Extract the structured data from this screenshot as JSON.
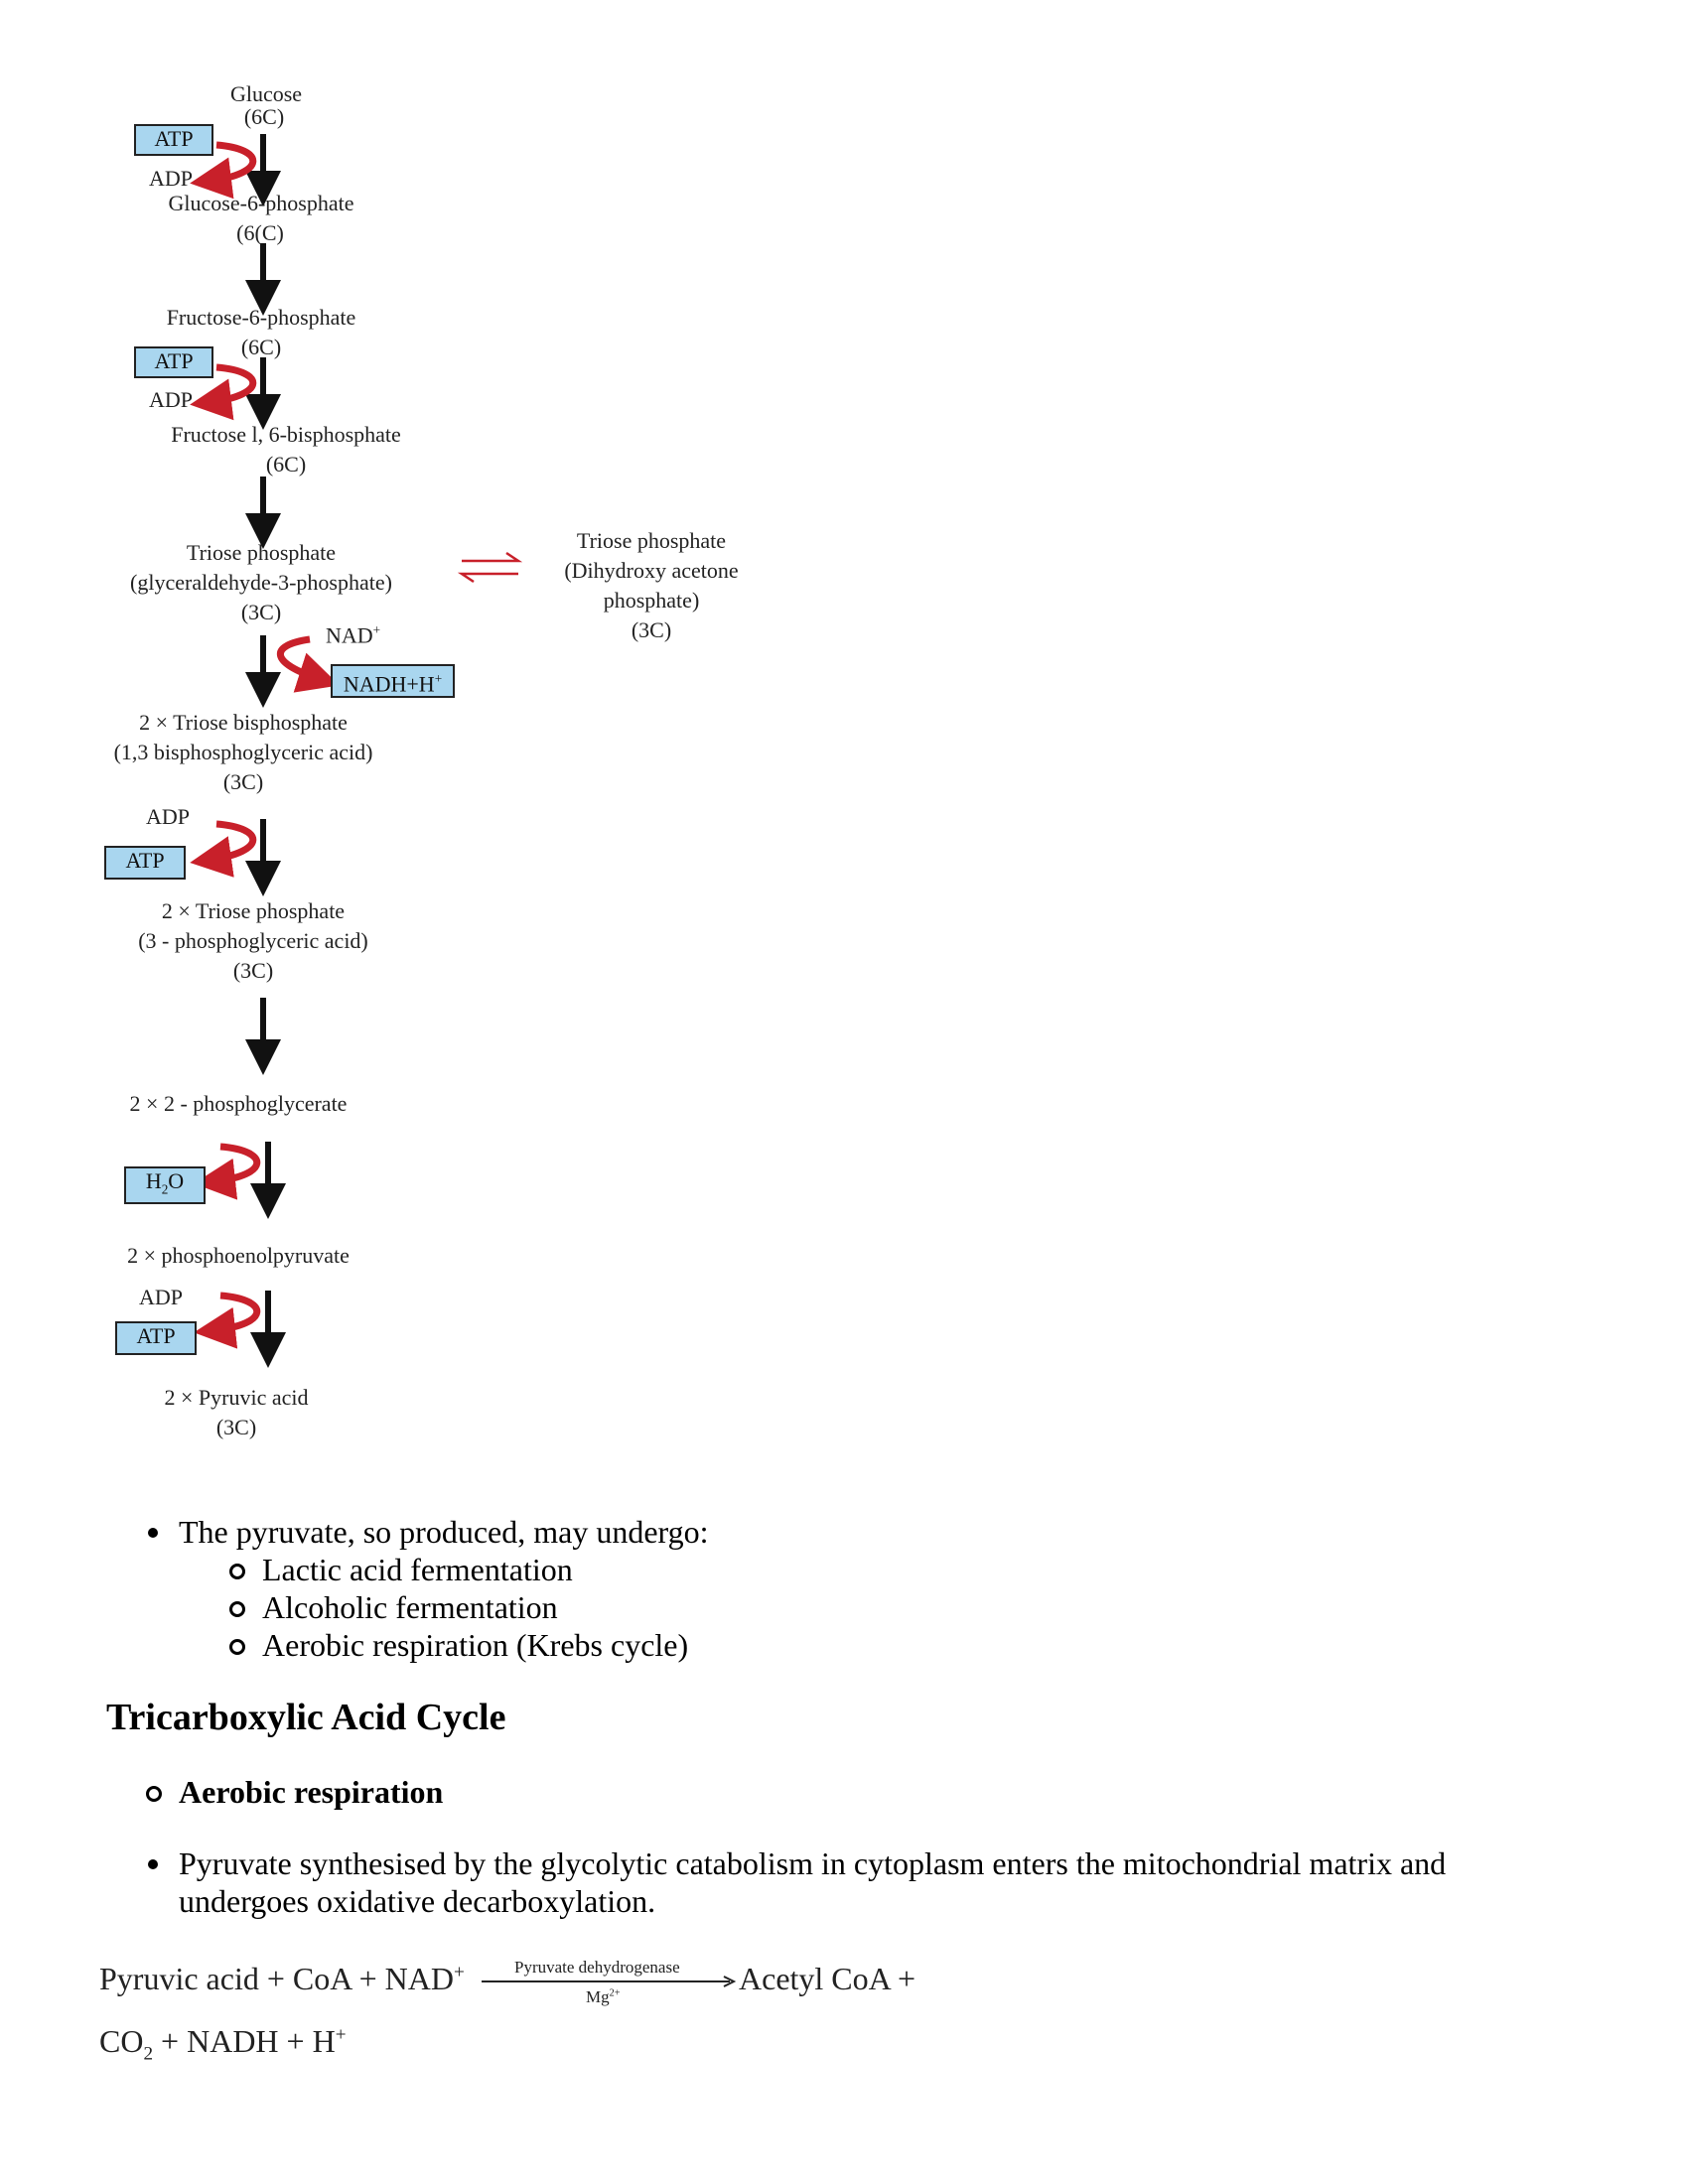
{
  "diagram": {
    "glucose": "Glucose",
    "glucose_c": "(6C)",
    "atp1": "ATP",
    "adp1": "ADP",
    "g6p": "Glucose-6-phosphate",
    "g6p_c": "(6(C)",
    "f6p": "Fructose-6-phosphate",
    "f6p_c": "(6C)",
    "atp2": "ATP",
    "adp2": "ADP",
    "f16bp": "Fructose l, 6-bisphosphate",
    "f16bp_c": "(6C)",
    "triose1": "Triose phosphate",
    "triose1_sub": "(glyceraldehyde-3-phosphate)",
    "triose1_c": "(3C)",
    "triose2": "Triose phosphate",
    "triose2_sub1": "(Dihydroxy acetone",
    "triose2_sub2": "phosphate)",
    "triose2_c": "(3C)",
    "nad": "NAD",
    "nad_sup": "+",
    "nadh": "NADH+H",
    "nadh_sup": "+",
    "tbp": "2 × Triose bisphosphate",
    "tbp_sub": "(1,3 bisphosphoglyceric acid)",
    "tbp_c": "(3C)",
    "adp3": "ADP",
    "atp3": "ATP",
    "tp2": "2 × Triose phosphate",
    "tp2_sub": "(3 - phosphoglyceric acid)",
    "tp2_c": "(3C)",
    "pg2": "2 × 2 - phosphoglycerate",
    "h2o_h": "H",
    "h2o_2": "2",
    "h2o_o": "O",
    "pep": "2 × phosphoenolpyruvate",
    "adp4": "ADP",
    "atp4": "ATP",
    "pyr": "2 × Pyruvic acid",
    "pyr_c": "(3C)"
  },
  "list1": {
    "intro": "The pyruvate, so produced, may undergo:",
    "items": [
      "Lactic acid fermentation",
      "Alcoholic fermentation",
      "Aerobic respiration (Krebs cycle)"
    ]
  },
  "heading": "Tricarboxylic Acid Cycle",
  "list2": {
    "item": "Aerobic respiration",
    "para_line1": "Pyruvate synthesised by the glycolytic catabolism in cytoplasm enters the mitochondrial matrix and",
    "para_line2": "undergoes oxidative decarboxylation."
  },
  "equation": {
    "lhs": "Pyruvic acid + CoA + NAD",
    "lhs_sup": "+",
    "enzyme": "Pyruvate dehydrogenase",
    "cofactor": "Mg",
    "cofactor_sup": "2+",
    "rhs1": "Acetyl CoA +",
    "line2_a": "CO",
    "line2_sub": "2",
    "line2_b": " + NADH + H",
    "line2_sup": "+"
  },
  "colors": {
    "box_fill": "#a9d6ef",
    "curved_arrow": "#c8202a",
    "arrow": "#111111"
  }
}
